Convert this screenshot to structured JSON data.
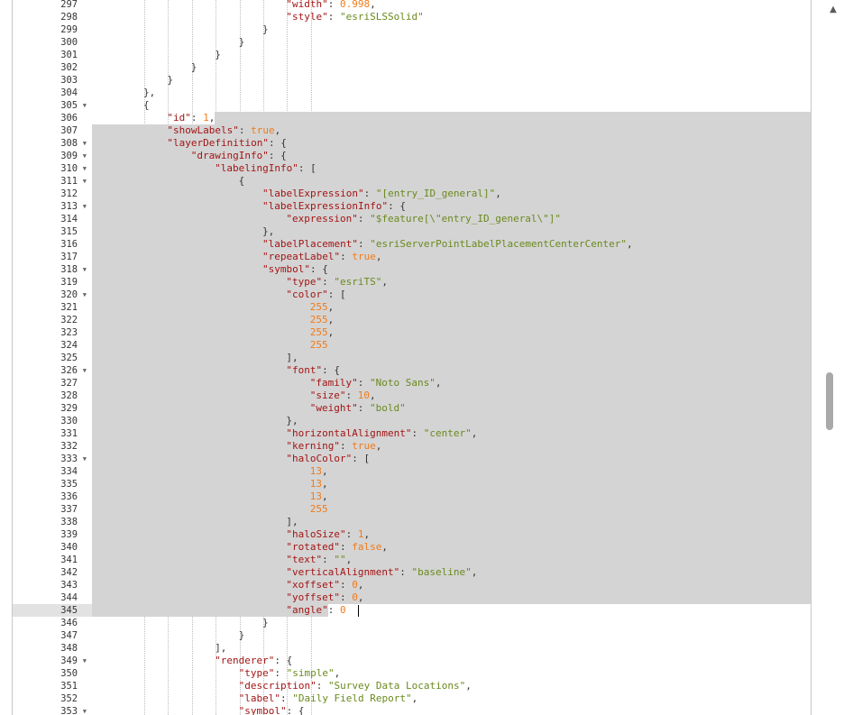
{
  "editor": {
    "active_line": 345,
    "selection": {
      "from_line": 306,
      "from_col": 3,
      "to_line": 345
    },
    "cursor": {
      "line": 345,
      "col": 12
    },
    "folds": [
      305,
      308,
      309,
      310,
      311,
      313,
      318,
      320,
      326,
      333,
      349,
      353
    ],
    "lines": [
      {
        "n": 297,
        "indent": 6,
        "tokens": [
          [
            "k",
            "\"width\""
          ],
          [
            "p",
            ": "
          ],
          [
            "n",
            "0.998"
          ],
          [
            "p",
            ","
          ]
        ]
      },
      {
        "n": 298,
        "indent": 6,
        "tokens": [
          [
            "k",
            "\"style\""
          ],
          [
            "p",
            ": "
          ],
          [
            "s",
            "\"esriSLSSolid\""
          ]
        ]
      },
      {
        "n": 299,
        "indent": 5,
        "tokens": [
          [
            "p",
            "}"
          ]
        ]
      },
      {
        "n": 300,
        "indent": 4,
        "tokens": [
          [
            "p",
            "}"
          ]
        ]
      },
      {
        "n": 301,
        "indent": 3,
        "tokens": [
          [
            "p",
            "}"
          ]
        ]
      },
      {
        "n": 302,
        "indent": 2,
        "tokens": [
          [
            "p",
            "}"
          ]
        ]
      },
      {
        "n": 303,
        "indent": 1,
        "tokens": [
          [
            "p",
            "}"
          ]
        ]
      },
      {
        "n": 304,
        "indent": 0,
        "tokens": [
          [
            "p",
            "},"
          ]
        ]
      },
      {
        "n": 305,
        "indent": 0,
        "tokens": [
          [
            "p",
            "{"
          ]
        ]
      },
      {
        "n": 306,
        "indent": 1,
        "tokens": [
          [
            "k",
            "\"id\""
          ],
          [
            "p",
            ": "
          ],
          [
            "n",
            "1"
          ],
          [
            "p",
            ","
          ]
        ]
      },
      {
        "n": 307,
        "indent": 1,
        "tokens": [
          [
            "k",
            "\"showLabels\""
          ],
          [
            "p",
            ": "
          ],
          [
            "b",
            "true"
          ],
          [
            "p",
            ","
          ]
        ]
      },
      {
        "n": 308,
        "indent": 1,
        "tokens": [
          [
            "k",
            "\"layerDefinition\""
          ],
          [
            "p",
            ": {"
          ]
        ]
      },
      {
        "n": 309,
        "indent": 2,
        "tokens": [
          [
            "k",
            "\"drawingInfo\""
          ],
          [
            "p",
            ": {"
          ]
        ]
      },
      {
        "n": 310,
        "indent": 3,
        "tokens": [
          [
            "k",
            "\"labelingInfo\""
          ],
          [
            "p",
            ": ["
          ]
        ]
      },
      {
        "n": 311,
        "indent": 4,
        "tokens": [
          [
            "p",
            "{"
          ]
        ]
      },
      {
        "n": 312,
        "indent": 5,
        "tokens": [
          [
            "k",
            "\"labelExpression\""
          ],
          [
            "p",
            ": "
          ],
          [
            "s",
            "\"[entry_ID_general]\""
          ],
          [
            "p",
            ","
          ]
        ]
      },
      {
        "n": 313,
        "indent": 5,
        "tokens": [
          [
            "k",
            "\"labelExpressionInfo\""
          ],
          [
            "p",
            ": {"
          ]
        ]
      },
      {
        "n": 314,
        "indent": 6,
        "tokens": [
          [
            "k",
            "\"expression\""
          ],
          [
            "p",
            ": "
          ],
          [
            "s",
            "\"$feature[\\\"entry_ID_general\\\"]\""
          ]
        ]
      },
      {
        "n": 315,
        "indent": 5,
        "tokens": [
          [
            "p",
            "},"
          ]
        ]
      },
      {
        "n": 316,
        "indent": 5,
        "tokens": [
          [
            "k",
            "\"labelPlacement\""
          ],
          [
            "p",
            ": "
          ],
          [
            "s",
            "\"esriServerPointLabelPlacementCenterCenter\""
          ],
          [
            "p",
            ","
          ]
        ]
      },
      {
        "n": 317,
        "indent": 5,
        "tokens": [
          [
            "k",
            "\"repeatLabel\""
          ],
          [
            "p",
            ": "
          ],
          [
            "b",
            "true"
          ],
          [
            "p",
            ","
          ]
        ]
      },
      {
        "n": 318,
        "indent": 5,
        "tokens": [
          [
            "k",
            "\"symbol\""
          ],
          [
            "p",
            ": {"
          ]
        ]
      },
      {
        "n": 319,
        "indent": 6,
        "tokens": [
          [
            "k",
            "\"type\""
          ],
          [
            "p",
            ": "
          ],
          [
            "s",
            "\"esriTS\""
          ],
          [
            "p",
            ","
          ]
        ]
      },
      {
        "n": 320,
        "indent": 6,
        "tokens": [
          [
            "k",
            "\"color\""
          ],
          [
            "p",
            ": ["
          ]
        ]
      },
      {
        "n": 321,
        "indent": 7,
        "tokens": [
          [
            "n",
            "255"
          ],
          [
            "p",
            ","
          ]
        ]
      },
      {
        "n": 322,
        "indent": 7,
        "tokens": [
          [
            "n",
            "255"
          ],
          [
            "p",
            ","
          ]
        ]
      },
      {
        "n": 323,
        "indent": 7,
        "tokens": [
          [
            "n",
            "255"
          ],
          [
            "p",
            ","
          ]
        ]
      },
      {
        "n": 324,
        "indent": 7,
        "tokens": [
          [
            "n",
            "255"
          ]
        ]
      },
      {
        "n": 325,
        "indent": 6,
        "tokens": [
          [
            "p",
            "],"
          ]
        ]
      },
      {
        "n": 326,
        "indent": 6,
        "tokens": [
          [
            "k",
            "\"font\""
          ],
          [
            "p",
            ": {"
          ]
        ]
      },
      {
        "n": 327,
        "indent": 7,
        "tokens": [
          [
            "k",
            "\"family\""
          ],
          [
            "p",
            ": "
          ],
          [
            "s",
            "\"Noto Sans\""
          ],
          [
            "p",
            ","
          ]
        ]
      },
      {
        "n": 328,
        "indent": 7,
        "tokens": [
          [
            "k",
            "\"size\""
          ],
          [
            "p",
            ": "
          ],
          [
            "n",
            "10"
          ],
          [
            "p",
            ","
          ]
        ]
      },
      {
        "n": 329,
        "indent": 7,
        "tokens": [
          [
            "k",
            "\"weight\""
          ],
          [
            "p",
            ": "
          ],
          [
            "s",
            "\"bold\""
          ]
        ]
      },
      {
        "n": 330,
        "indent": 6,
        "tokens": [
          [
            "p",
            "},"
          ]
        ]
      },
      {
        "n": 331,
        "indent": 6,
        "tokens": [
          [
            "k",
            "\"horizontalAlignment\""
          ],
          [
            "p",
            ": "
          ],
          [
            "s",
            "\"center\""
          ],
          [
            "p",
            ","
          ]
        ]
      },
      {
        "n": 332,
        "indent": 6,
        "tokens": [
          [
            "k",
            "\"kerning\""
          ],
          [
            "p",
            ": "
          ],
          [
            "b",
            "true"
          ],
          [
            "p",
            ","
          ]
        ]
      },
      {
        "n": 333,
        "indent": 6,
        "tokens": [
          [
            "k",
            "\"haloColor\""
          ],
          [
            "p",
            ": ["
          ]
        ]
      },
      {
        "n": 334,
        "indent": 7,
        "tokens": [
          [
            "n",
            "13"
          ],
          [
            "p",
            ","
          ]
        ]
      },
      {
        "n": 335,
        "indent": 7,
        "tokens": [
          [
            "n",
            "13"
          ],
          [
            "p",
            ","
          ]
        ]
      },
      {
        "n": 336,
        "indent": 7,
        "tokens": [
          [
            "n",
            "13"
          ],
          [
            "p",
            ","
          ]
        ]
      },
      {
        "n": 337,
        "indent": 7,
        "tokens": [
          [
            "n",
            "255"
          ]
        ]
      },
      {
        "n": 338,
        "indent": 6,
        "tokens": [
          [
            "p",
            "],"
          ]
        ]
      },
      {
        "n": 339,
        "indent": 6,
        "tokens": [
          [
            "k",
            "\"haloSize\""
          ],
          [
            "p",
            ": "
          ],
          [
            "n",
            "1"
          ],
          [
            "p",
            ","
          ]
        ]
      },
      {
        "n": 340,
        "indent": 6,
        "tokens": [
          [
            "k",
            "\"rotated\""
          ],
          [
            "p",
            ": "
          ],
          [
            "b",
            "false"
          ],
          [
            "p",
            ","
          ]
        ]
      },
      {
        "n": 341,
        "indent": 6,
        "tokens": [
          [
            "k",
            "\"text\""
          ],
          [
            "p",
            ": "
          ],
          [
            "s",
            "\"\""
          ],
          [
            "p",
            ","
          ]
        ]
      },
      {
        "n": 342,
        "indent": 6,
        "tokens": [
          [
            "k",
            "\"verticalAlignment\""
          ],
          [
            "p",
            ": "
          ],
          [
            "s",
            "\"baseline\""
          ],
          [
            "p",
            ","
          ]
        ]
      },
      {
        "n": 343,
        "indent": 6,
        "tokens": [
          [
            "k",
            "\"xoffset\""
          ],
          [
            "p",
            ": "
          ],
          [
            "n",
            "0"
          ],
          [
            "p",
            ","
          ]
        ]
      },
      {
        "n": 344,
        "indent": 6,
        "tokens": [
          [
            "k",
            "\"yoffset\""
          ],
          [
            "p",
            ": "
          ],
          [
            "n",
            "0"
          ],
          [
            "p",
            ","
          ]
        ]
      },
      {
        "n": 345,
        "indent": 6,
        "tokens": [
          [
            "k",
            "\"angle\""
          ],
          [
            "p",
            ": "
          ],
          [
            "n",
            "0"
          ]
        ]
      },
      {
        "n": 346,
        "indent": 5,
        "tokens": [
          [
            "p",
            "}"
          ]
        ]
      },
      {
        "n": 347,
        "indent": 4,
        "tokens": [
          [
            "p",
            "}"
          ]
        ]
      },
      {
        "n": 348,
        "indent": 3,
        "tokens": [
          [
            "p",
            "],"
          ]
        ]
      },
      {
        "n": 349,
        "indent": 3,
        "tokens": [
          [
            "k",
            "\"renderer\""
          ],
          [
            "p",
            ": {"
          ]
        ]
      },
      {
        "n": 350,
        "indent": 4,
        "tokens": [
          [
            "k",
            "\"type\""
          ],
          [
            "p",
            ": "
          ],
          [
            "s",
            "\"simple\""
          ],
          [
            "p",
            ","
          ]
        ]
      },
      {
        "n": 351,
        "indent": 4,
        "tokens": [
          [
            "k",
            "\"description\""
          ],
          [
            "p",
            ": "
          ],
          [
            "s",
            "\"Survey Data Locations\""
          ],
          [
            "p",
            ","
          ]
        ]
      },
      {
        "n": 352,
        "indent": 4,
        "tokens": [
          [
            "k",
            "\"label\""
          ],
          [
            "p",
            ": "
          ],
          [
            "s",
            "\"Daily Field Report\""
          ],
          [
            "p",
            ","
          ]
        ]
      },
      {
        "n": 353,
        "indent": 4,
        "tokens": [
          [
            "k",
            "\"symbol\""
          ],
          [
            "p",
            ": {"
          ]
        ]
      }
    ]
  },
  "scrollbar": {
    "up_arrow_icon": "arrow-up-icon",
    "up_arrow_glyph": "▲",
    "position_fraction": 0.52
  },
  "colors": {
    "key": "#a31515",
    "string": "#6a8a1c",
    "number": "#f07b1a",
    "selection": "#d4d4d4",
    "active_gutter": "#e2e2e2"
  }
}
